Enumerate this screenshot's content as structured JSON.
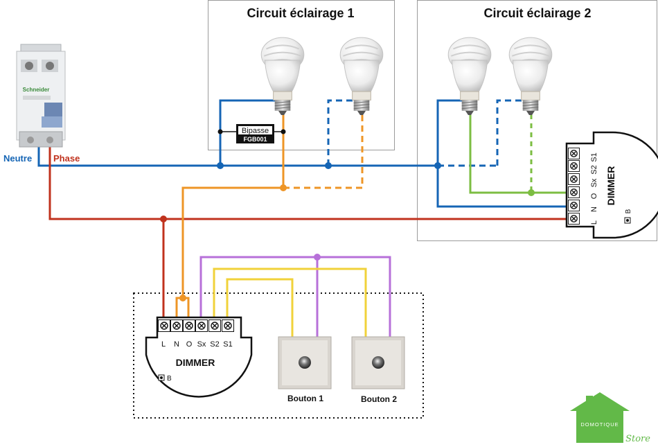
{
  "circuit1": {
    "title": "Circuit éclairage 1"
  },
  "circuit2": {
    "title": "Circuit éclairage 2"
  },
  "breaker": {
    "brand": "Schneider"
  },
  "wires": {
    "neutral_label": "Neutre",
    "phase_label": "Phase"
  },
  "bypass": {
    "label": "Bipasse",
    "model": "FGB001"
  },
  "dimmer_left": {
    "title": "DIMMER",
    "terminals": [
      "L",
      "N",
      "O",
      "Sx",
      "S2",
      "S1"
    ],
    "button_label": "B"
  },
  "dimmer_right": {
    "title": "DIMMER",
    "terminals": [
      "S1",
      "S2",
      "Sx",
      "O",
      "N",
      "L"
    ],
    "button_label": "B"
  },
  "buttons": [
    {
      "label": "Bouton 1"
    },
    {
      "label": "Bouton 2"
    }
  ],
  "logo": {
    "text": "DOMOTIQUE",
    "script": "Store"
  },
  "colors": {
    "neutral": "#1565b5",
    "phase": "#c0321d",
    "load": "#ee9526",
    "switch_common": "#b770d9",
    "switch_signal": "#f0d23a",
    "load2": "#7cbd42",
    "logo": "#62b948"
  },
  "icons": {
    "bulb": "cfl-bulb-icon",
    "push_button": "push-button-icon",
    "logo": "house-logo-icon"
  }
}
